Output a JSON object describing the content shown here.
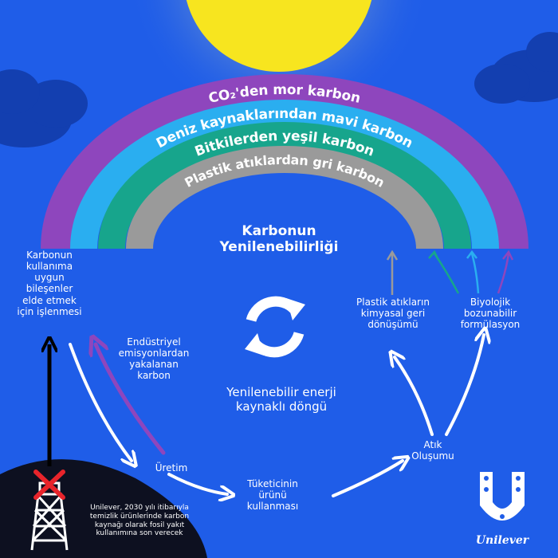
{
  "rainbow": {
    "purple": {
      "label": "CO₂'den mor karbon",
      "color": "#8e46bd"
    },
    "blue": {
      "label": "Deniz kaynaklarından mavi karbon",
      "color": "#2aaef0"
    },
    "green": {
      "label": "Bitkilerden yeşil karbon",
      "color": "#17a58c"
    },
    "gray": {
      "label": "Plastik atıklardan gri karbon",
      "color": "#9a9a9a"
    }
  },
  "center": {
    "title_line1": "Karbonun",
    "title_line2": "Yenilenebilirliği",
    "cycle_line1": "Yenilenebilir enerji",
    "cycle_line2": "kaynaklı döngü"
  },
  "nodes": {
    "processing": [
      "Karbonun",
      "kullanıma",
      "uygun",
      "bileşenler",
      "elde etmek",
      "için işlenmesi"
    ],
    "industrial": [
      "Endüstriyel",
      "emisyonlardan",
      "yakalanan",
      "karbon"
    ],
    "production": [
      "Üretim"
    ],
    "consumer": [
      "Tüketicinin",
      "ürünü",
      "kullanması"
    ],
    "waste": [
      "Atık",
      "Oluşumu"
    ],
    "chemical": [
      "Plastik atıkların",
      "kimyasal geri",
      "dönüşümü"
    ],
    "bio": [
      "Biyolojik",
      "bozunabilir",
      "formülasyon"
    ]
  },
  "footer": {
    "note": [
      "Unilever, 2030 yılı itibarıyla",
      "temizlik ürünlerinde karbon",
      "kaynağı olarak fosil yakıt",
      "kullanımına son verecek"
    ],
    "brand": "Unilever"
  },
  "colors": {
    "background": "#1f5de8",
    "sun": "#f7e51f",
    "arrow": "#ffffff",
    "x_mark": "#e8242b"
  }
}
